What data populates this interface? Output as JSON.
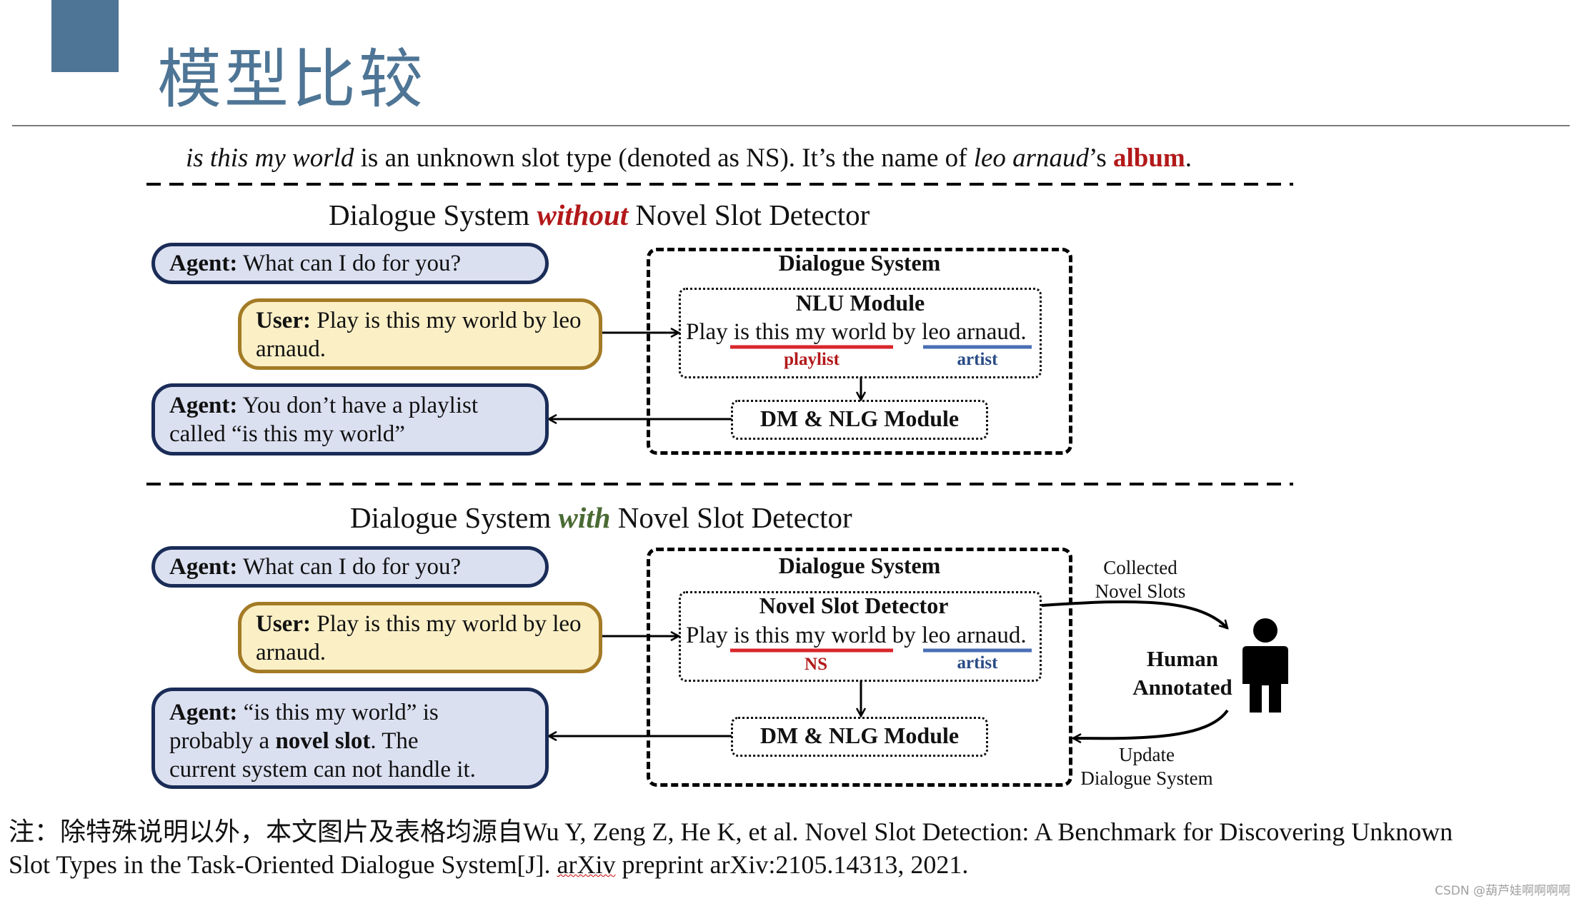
{
  "slide": {
    "title": "模型比较",
    "watermark": "CSDN @葫芦娃啊啊啊啊"
  },
  "caption": {
    "italic_phrase": "is this my world",
    "middle": " is an unknown slot type (denoted as NS). It’s the name of ",
    "italic_name": "leo arnaud",
    "possessive": "’s ",
    "album": "album",
    "end": "."
  },
  "top": {
    "title_pre": "Dialogue System ",
    "title_em": "without",
    "title_post": " Novel Slot Detector",
    "agent1_label": "Agent:",
    "agent1_text": " What can I do for you?",
    "user_label": "User:",
    "user_text": " Play is this my world by leo arnaud.",
    "agent2_label": "Agent:",
    "agent2_text": " You don’t have a playlist called “is this my world”",
    "system_title": "Dialogue System",
    "module_title": "NLU Module",
    "utter_play": "Play",
    "utter_slot1": "is this my world",
    "utter_by": "by",
    "utter_slot2": "leo arnaud",
    "utter_end": ".",
    "tag1": "playlist",
    "tag2": "artist",
    "dm_title": "DM & NLG Module"
  },
  "bottom": {
    "title_pre": "Dialogue System ",
    "title_em": "with",
    "title_post": " Novel Slot Detector",
    "agent1_label": "Agent:",
    "agent1_text": " What can I do for you?",
    "user_label": "User:",
    "user_text": " Play is this my world by leo arnaud.",
    "agent2_label": "Agent:",
    "agent2_text_a": " “is this my world” is probably a ",
    "agent2_bold": "novel slot",
    "agent2_text_b": ". The current system can not handle it.",
    "system_title": "Dialogue System",
    "module_title": "Novel Slot Detector",
    "utter_play": "Play",
    "utter_slot1": "is this my world",
    "utter_by": "by",
    "utter_slot2": "leo arnaud",
    "utter_end": ".",
    "tag1": "NS",
    "tag2": "artist",
    "dm_title": "DM & NLG Module",
    "collected_line1": "Collected",
    "collected_line2": "Novel Slots",
    "human_line1": "Human",
    "human_line2": "Annotated",
    "update_line1": "Update",
    "update_line2": "Dialogue System"
  },
  "footnote": {
    "line1": "注：除特殊说明以外，本文图片及表格均源自Wu Y, Zeng Z, He K, et al. Novel Slot Detection: A Benchmark for Discovering Unknown",
    "line2_pre": "Slot Types in the Task-Oriented Dialogue System[J]. ",
    "line2_wavy": "arXiv",
    "line2_post": " preprint arXiv:2105.14313, 2021."
  },
  "colors": {
    "accent": "#4e7595",
    "error_red": "#b3191a",
    "success_green": "#4a6b34",
    "slot_red": "#d9262b",
    "slot_blue": "#4a6fb5",
    "agent_fill": "#dbe0f1",
    "user_fill": "#fbefc6"
  },
  "icons": [
    "cross-icon",
    "check-icon",
    "person-icon"
  ]
}
